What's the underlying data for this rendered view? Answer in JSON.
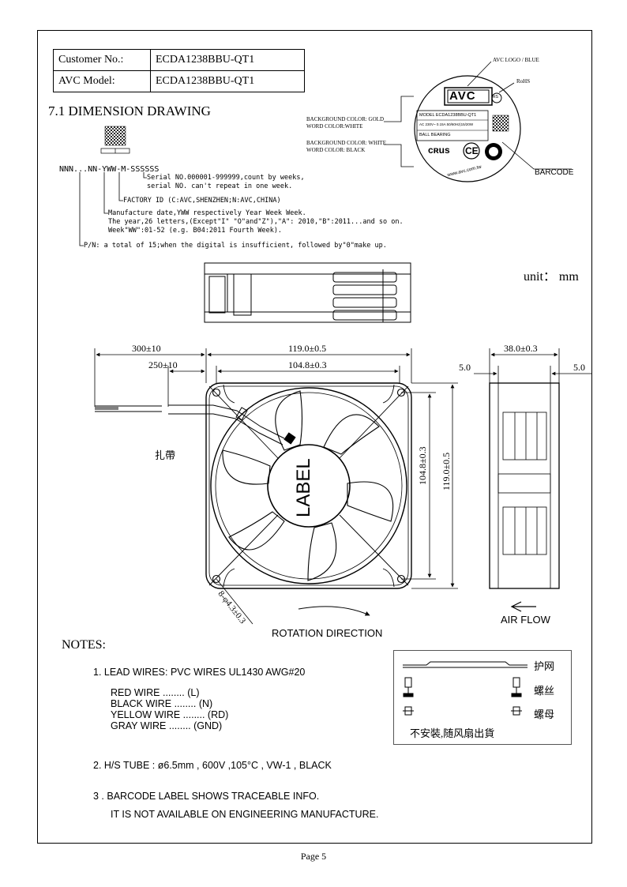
{
  "header": {
    "customer_label": "Customer No.:",
    "customer_value": "ECDA1238BBU-QT1",
    "model_label": "AVC Model:",
    "model_value": "ECDA1238BBU-QT1"
  },
  "section_title": "7.1 DIMENSION DRAWING",
  "serial": {
    "format": "NNN...NN-YWW-M-SSSSSS",
    "serial_line1": "Serial NO.000001-999999,count by weeks,",
    "serial_line2": "serial NO. can't repeat in one week.",
    "factory": "FACTORY ID (C:AVC,SHENZHEN;N:AVC,CHINA)",
    "mfg_line1": "Manufacture date,YWW respectively Year Week Week.",
    "mfg_line2": "The year,26 letters,(Except\"I\" \"O\"and\"Z\"),\"A\": 2010,\"B\":2011...and so on.",
    "mfg_line3": "Week\"WW\":01-52 (e.g. B04:2011 Fourth Week).",
    "pn": "P/N: a total of 15;when the digital is insufficient, followed by\"0\"make up."
  },
  "label_sticker": {
    "bg_gold_1": "BACKGROUND COLOR: GOLD",
    "bg_gold_2": "WORD COLOR:WHITE",
    "bg_white_1": "BACKGROUND COLOR: WHITE",
    "bg_white_2": "WORD COLOR: BLACK",
    "logo_note": "AVC LOGO / BLUE",
    "rohs_note": "RoHS",
    "logo": "AVC",
    "rohs_mark": "RS",
    "model_line": "MODEL  ECDA1238BBU-QT1",
    "rating_line": "AC  230V~ 0.15A  50/60Hz|15/20W",
    "bearing_line": "BALL  BEARING",
    "ul_mark": "cʀus",
    "ce_mark": "CE",
    "url": "www.avc.com.tw",
    "barcode_label": "BARCODE"
  },
  "unit_label": "unit： mm",
  "dimensions": {
    "lead_length": "300±10",
    "strip_length": "250±10",
    "frame_width": "119.0±0.5",
    "hole_pitch": "104.8±0.3",
    "hole_pitch_v": "104.8±0.3",
    "frame_height": "119.0±0.5",
    "depth": "38.0±0.3",
    "flange_left": "5.0",
    "flange_right": "5.0",
    "hole_diameter": "8-φ4.3±0.3"
  },
  "drawing_labels": {
    "cable_tie": "扎帶",
    "hub_label": "LABEL",
    "rotation": "ROTATION DIRECTION",
    "air_flow": "AIR FLOW"
  },
  "notes": {
    "title": "NOTES:",
    "n1": "1. LEAD WIRES: PVC WIRES UL1430 AWG#20",
    "red": "RED WIRE ........ (L)",
    "black": "BLACK WIRE ........ (N)",
    "yellow": "YELLOW WIRE ........ (RD)",
    "gray": "GRAY WIRE ........ (GND)",
    "n2": "2. H/S TUBE : ø6.5mm , 600V ,105°C , VW-1 , BLACK",
    "n3a": "3 . BARCODE LABEL SHOWS TRACEABLE INFO.",
    "n3b": "IT IS NOT AVAILABLE ON ENGINEERING MANUFACTURE."
  },
  "accessory_box": {
    "guard": "护网",
    "screw": "螺丝",
    "nut": "螺母",
    "note": "不安裝,随风扇出貨"
  },
  "footer": "Page 5"
}
